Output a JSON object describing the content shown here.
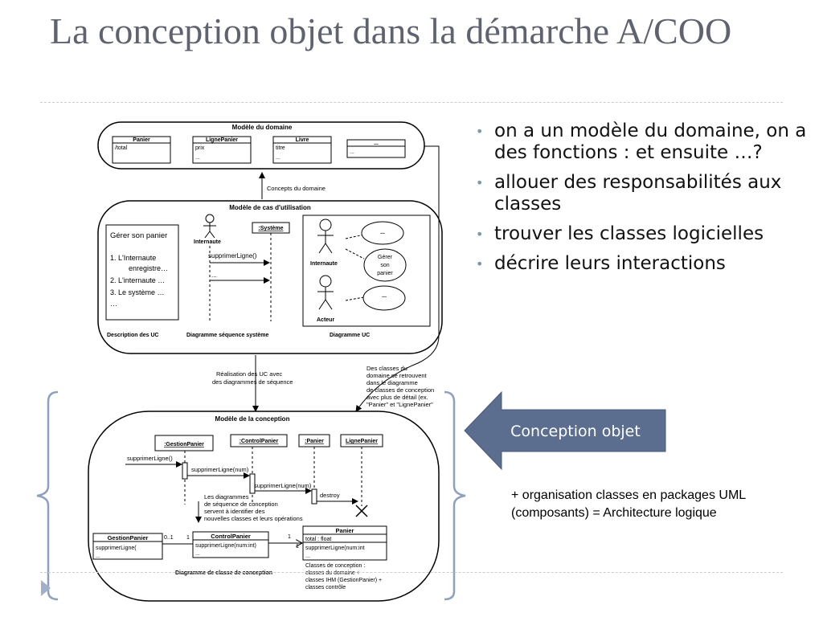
{
  "slide": {
    "title": "La conception objet dans la démarche A/COO",
    "bullets": [
      "on a un modèle du domaine, on a des fonctions : et ensuite …?",
      "allouer des responsabilités aux classes",
      "trouver les classes logicielles",
      "décrire leurs interactions"
    ],
    "callout_arrow_label": "Conception objet",
    "callout_text": "+ organisation classes en packages UML (composants) = Architecture logique",
    "colors": {
      "title": "#5f6370",
      "arrow": "#5b6e8f",
      "bracket": "#8ea0bf",
      "bullet_dot": "#7f93ad"
    }
  },
  "diagram": {
    "domain_model": {
      "title": "Modèle du domaine",
      "classes": [
        {
          "name": "Panier",
          "attr1": "/total",
          "attr2": ""
        },
        {
          "name": "LignePanier",
          "attr1": "prix",
          "attr2": "..."
        },
        {
          "name": "Livre",
          "attr1": "titre",
          "attr2": "..."
        },
        {
          "name": "...",
          "attr1": "",
          "attr2": "..."
        }
      ]
    },
    "concepts_label": "Concepts du domaine",
    "usecase_model": {
      "title": "Modèle de cas d'utilisation",
      "uc_title": "Gérer son panier",
      "uc_steps": [
        "1. L'Internaute",
        "enregistre…",
        "2. L'internaute …",
        "3. Le système …",
        "…"
      ],
      "uc_caption": "Description des UC",
      "actor_internaute": "Internaute",
      "system_object": ":Système",
      "msg1": "supprimerLigne()",
      "msg2": "...",
      "ssd_caption": "Diagramme séquence système",
      "uc_internaute": "Internaute",
      "uc_acteur": "Acteur",
      "ellipse_top": "...",
      "ellipse_mid": [
        "Gérer",
        "son",
        "panier"
      ],
      "ellipse_bot": "...",
      "ucd_caption": "Diagramme UC"
    },
    "realisation_note": [
      "Réalisation des UC avec",
      "des diagrammes de séquence"
    ],
    "classes_note": [
      "Des classes du",
      "domaine se retrouvent",
      "dans le diagramme",
      "de classes de conception",
      "avec plus de détail (ex.",
      "\"Panier\" et \"LignePanier\""
    ],
    "design_model": {
      "title": "Modèle de la conception",
      "objects": [
        ":GestionPanier",
        ":ControlPanier",
        ":Panier",
        "LignePanier"
      ],
      "msg_a": "supprimerLigne()",
      "msg_b": "supprimerLigne(num)",
      "msg_c": "supprimerLigne(num)",
      "msg_d": "destroy",
      "note": [
        "Les diagrammes",
        "de séquence de conception",
        "servent à identifier des",
        "nouvelles classes et leurs opérations"
      ],
      "gp_class": {
        "name": "GestionPanier",
        "op": "supprimerLigne(",
        "more": "..."
      },
      "cp_class": {
        "name": "ControlPanier",
        "op": "supprimerLigne(num:int)",
        "more": "..."
      },
      "p_class": {
        "name": "Panier",
        "attr": "total : float",
        "op": "supprimerLigne(num:int",
        "more": "..."
      },
      "mult_a": "0..1",
      "mult_b": "1",
      "mult_c": "1",
      "mult_d": "1",
      "caption": "Diagramme de classe de conception",
      "classes_text": [
        "Classes de conception :",
        "classes du domaine +",
        "classes IHM (GestionPanier) +",
        "classes contrôle"
      ]
    }
  }
}
